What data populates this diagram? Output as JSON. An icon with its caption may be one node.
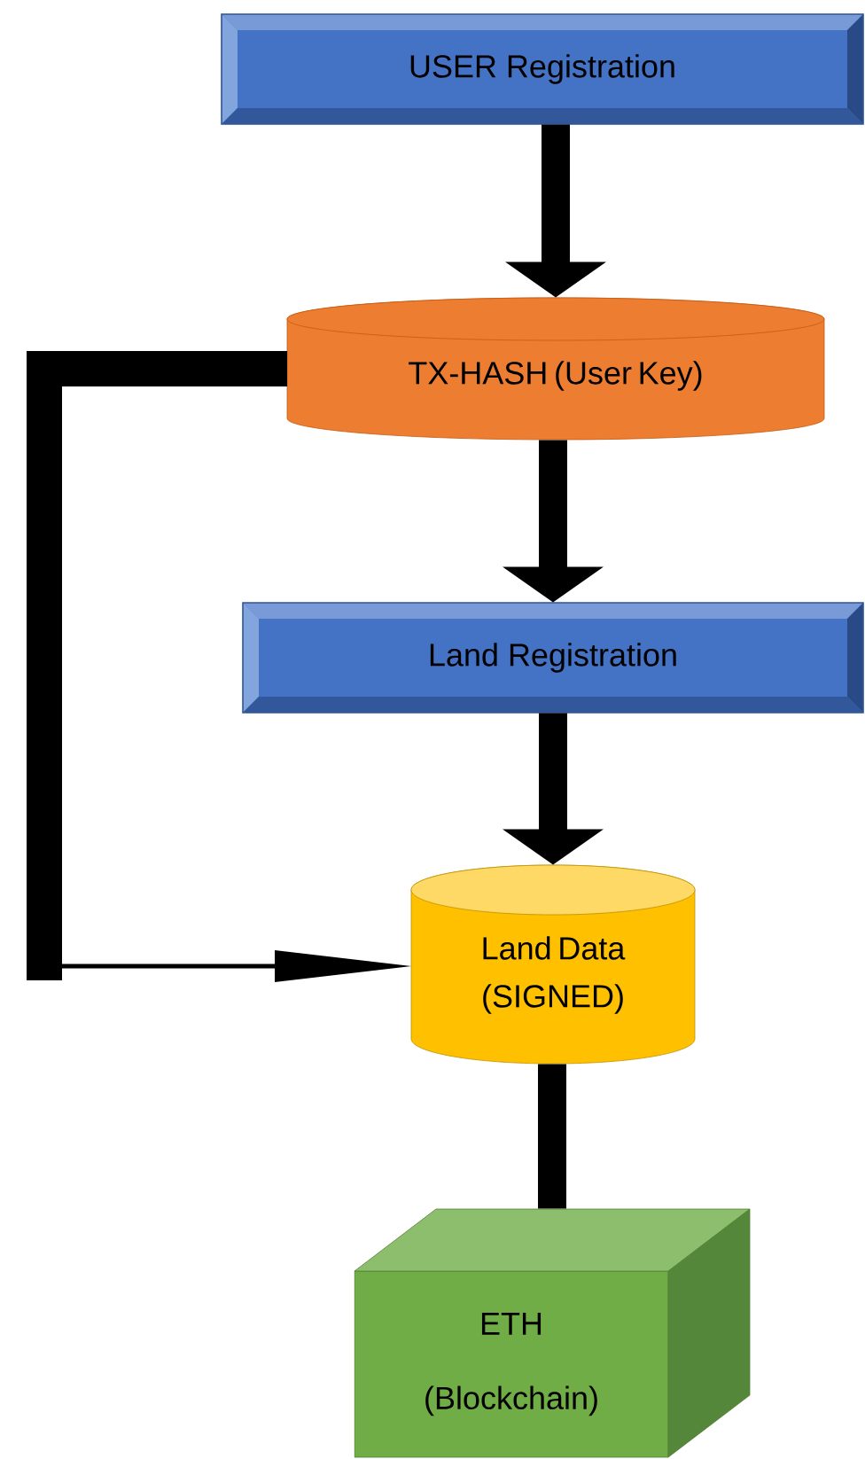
{
  "diagram": {
    "nodes": [
      {
        "text": [
          "USER Registration"
        ]
      },
      {
        "text": [
          "TX-HASH (User Key)"
        ]
      },
      {
        "text": [
          "Land Registration"
        ]
      },
      {
        "text": [
          "Land Data (SIGNED)"
        ]
      },
      {
        "text": [
          "ETH (Blockchain)"
        ]
      }
    ],
    "edges": [
      {
        "from": 0,
        "to": 1,
        "arrow": "to"
      },
      {
        "from": 1,
        "to": 2,
        "arrow": "to"
      },
      {
        "from": 2,
        "to": 3,
        "arrow": "to"
      },
      {
        "from": 1,
        "to": 3,
        "arrow": "to"
      },
      {
        "from": 3,
        "to": 4,
        "arrow": "none"
      }
    ]
  }
}
